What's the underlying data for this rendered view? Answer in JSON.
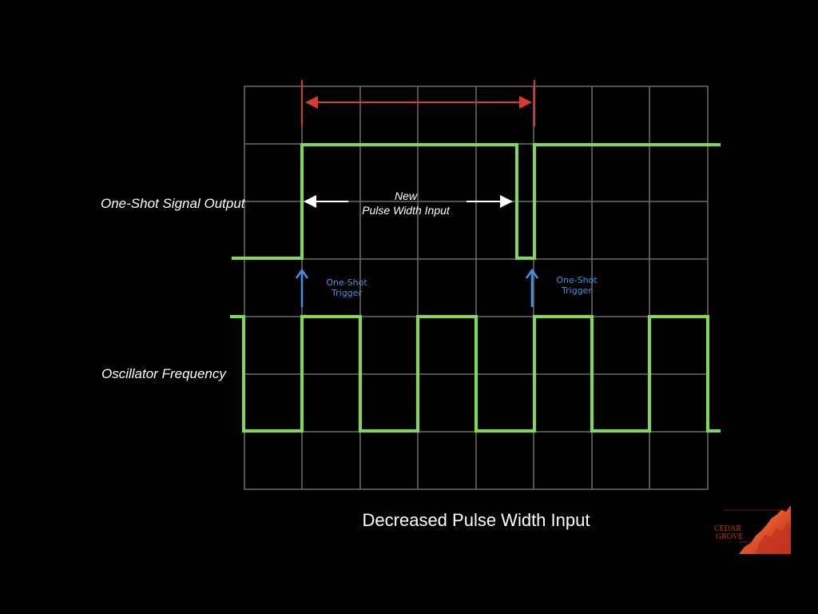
{
  "labels": {
    "one_shot_output": "One-Shot Signal Output",
    "oscillator": "Oscillator Frequency",
    "new_pulse_line1": "New",
    "new_pulse_line2": "Pulse Width Input",
    "trigger_line1": "One-Shot",
    "trigger_line2": "Trigger",
    "caption": "Decreased Pulse Width Input"
  },
  "logo": {
    "line1": "CEDAR",
    "line2": "GROVE",
    "line3": "STUDIOS"
  },
  "colors": {
    "background": "#000000",
    "grid": "#6e6e6e",
    "signal": "#7ed957",
    "pulse_span_marker": "#d93a2b",
    "trigger_arrow": "#4a90e2",
    "text": "#ffffff"
  }
}
